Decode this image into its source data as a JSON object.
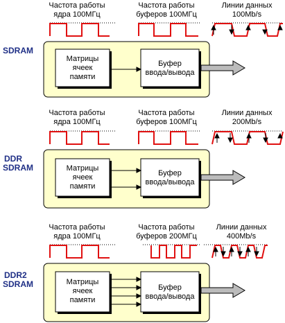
{
  "colors": {
    "panel": "#ffffcc",
    "wave": "#e01010",
    "label": "#1f2f86"
  },
  "sections": [
    {
      "name": "SDRAM",
      "label_lines": [
        "SDRAM"
      ],
      "core_caption": [
        "Частота работы",
        "ядра 100МГц"
      ],
      "buffer_caption": [
        "Частота работы",
        "буферов 100МГц"
      ],
      "data_caption": [
        "Линии данных",
        "100Mb/s"
      ],
      "matrix_text": [
        "Матрицы",
        "ячеек",
        "памяти"
      ],
      "buffer_text": [
        "Буфер",
        "ввода/вывода"
      ],
      "internal_lines": 1,
      "buffer_wave_periods": 2,
      "data_arrows": 4
    },
    {
      "name": "DDR SDRAM",
      "label_lines": [
        "DDR",
        "SDRAM"
      ],
      "core_caption": [
        "Частота работы",
        "ядра 100МГц"
      ],
      "buffer_caption": [
        "Частота работы",
        "буферов 100МГц"
      ],
      "data_caption": [
        "Линии данных",
        "200Mb/s"
      ],
      "matrix_text": [
        "Матрицы",
        "ячеек",
        "памяти"
      ],
      "buffer_text": [
        "Буфер",
        "ввода/вывода"
      ],
      "internal_lines": 2,
      "buffer_wave_periods": 2,
      "data_arrows": 6
    },
    {
      "name": "DDR2 SDRAM",
      "label_lines": [
        "DDR2",
        "SDRAM"
      ],
      "core_caption": [
        "Частота работы",
        "ядра 100МГц"
      ],
      "buffer_caption": [
        "Частота работы",
        "буферов 200МГц"
      ],
      "data_caption": [
        "Линии данных",
        "400Mb/s"
      ],
      "matrix_text": [
        "Матрицы",
        "ячеек",
        "памяти"
      ],
      "buffer_text": [
        "Буфер",
        "ввода/вывода"
      ],
      "internal_lines": 4,
      "buffer_wave_periods": 4,
      "data_arrows": 6
    }
  ]
}
